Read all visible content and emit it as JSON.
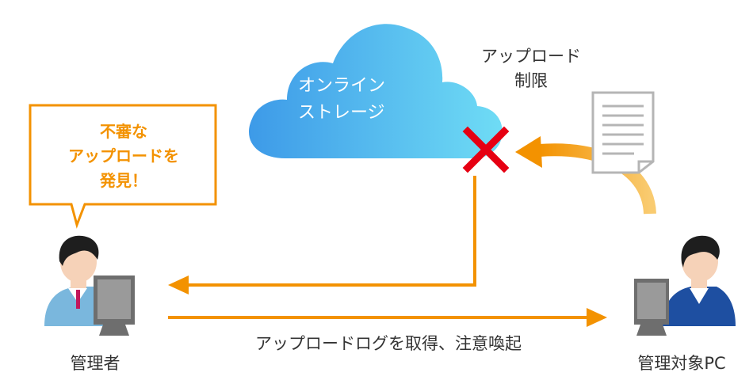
{
  "cloud": {
    "lines": [
      "オンライン",
      "ストレージ"
    ]
  },
  "upload_block": {
    "lines": [
      "アップロード",
      "制限"
    ]
  },
  "admin_bubble": {
    "lines": [
      "不審な",
      "アップロードを",
      "発見！"
    ]
  },
  "admin": {
    "label": "管理者"
  },
  "target_pc": {
    "label": "管理対象PC"
  },
  "log_arrow": {
    "label": "アップロードログを取得、注意喚起"
  },
  "colors": {
    "orange": "#f39200",
    "cross": "#e60012",
    "cloud_left": "#3d9ae8",
    "cloud_right": "#6fdcf5",
    "document": "#b5b5b5"
  }
}
